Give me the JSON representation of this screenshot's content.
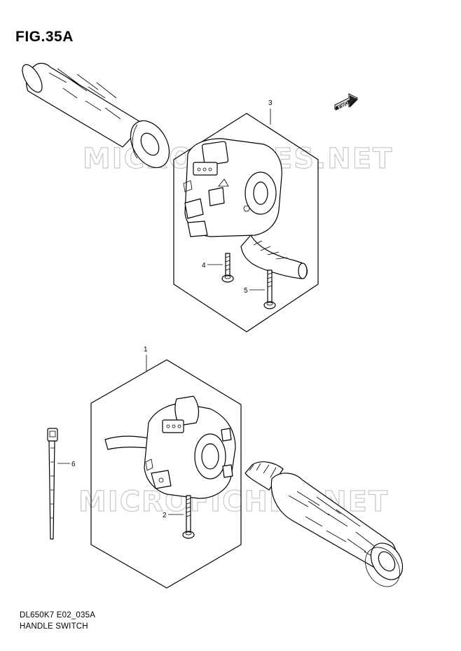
{
  "figure": {
    "title": "FIG.35A",
    "code": "DL650K7 E02_035A",
    "caption": "HANDLE SWITCH"
  },
  "watermark": "MICROFICHES.NET",
  "direction_badge": "FWD",
  "callouts": {
    "c1": "1",
    "c2": "2",
    "c3": "3",
    "c4": "4",
    "c5": "5",
    "c6": "6"
  }
}
